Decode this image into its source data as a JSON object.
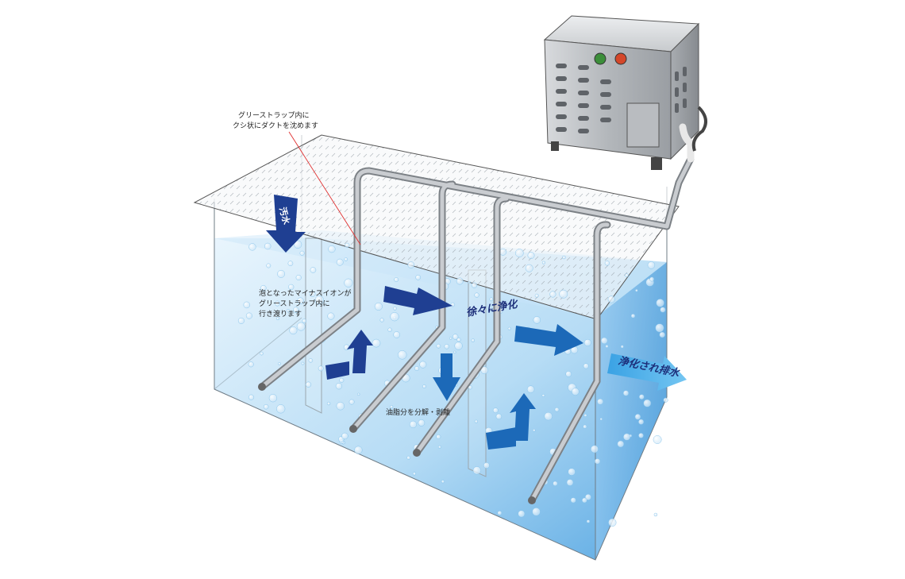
{
  "callouts": {
    "duct_line1": "グリーストラップ内に",
    "duct_line2": "クシ状にダクトを沈めます",
    "ions_line1": "泡となったマイナスイオンが",
    "ions_line2": "グリーストラップ内に",
    "ions_line3": "行き渡ります",
    "oil": "油脂分を分解・剥離"
  },
  "flow": {
    "inlet": "汚水",
    "gradual": "徐々に浄化",
    "outlet": "浄化され排水"
  },
  "colors": {
    "water_top": "#d7ecfb",
    "water_bottom": "#5eaee6",
    "arrow_dark": "#1f3f92",
    "arrow_mid": "#1c69b8",
    "arrow_light": "#2c9ae0",
    "pipe": "#a9adb2",
    "box": "#c4c7cb",
    "lamp_green": "#3c8e3a",
    "lamp_red": "#d4472a",
    "leader_line": "#e03030"
  }
}
